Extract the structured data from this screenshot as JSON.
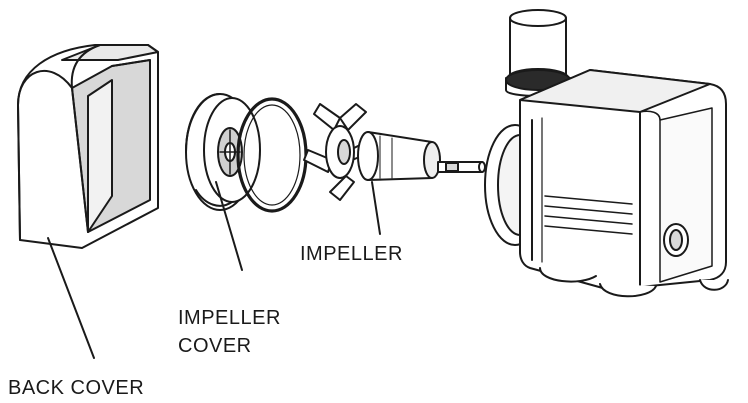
{
  "diagram": {
    "labels": {
      "impeller": "IMPELLER",
      "impeller_cover_line1": "IMPELLER",
      "impeller_cover_line2": "COVER",
      "back_cover": "BACK COVER"
    },
    "colors": {
      "line": "#1a1a1a",
      "fill": "#ffffff",
      "shade": "#d4d4d4",
      "dark_shade": "#9a9a9a"
    }
  }
}
